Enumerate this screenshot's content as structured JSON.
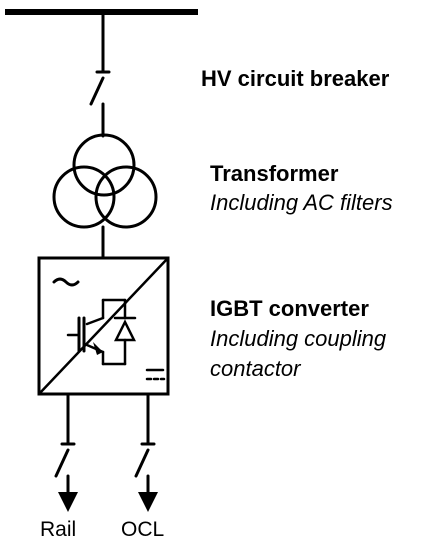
{
  "labels": {
    "breaker": "HV circuit breaker",
    "transformer": "Transformer",
    "transformer_note": "Including AC filters",
    "converter": "IGBT converter",
    "converter_note_1": "Including coupling",
    "converter_note_2": "contactor",
    "terminal_rail": "Rail",
    "terminal_ocl": "OCL"
  },
  "colors": {
    "line": "#000000",
    "background": "#ffffff"
  }
}
